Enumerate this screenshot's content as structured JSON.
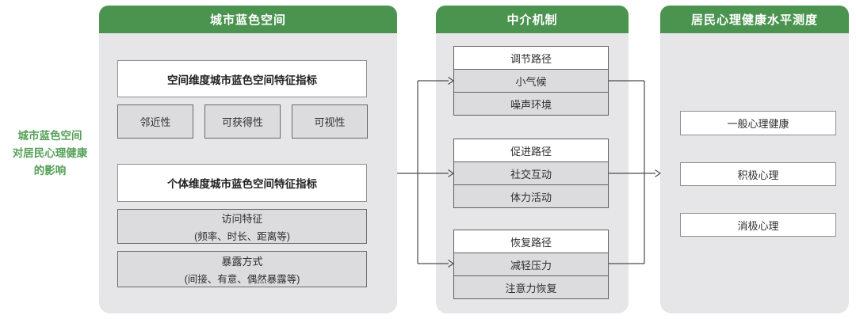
{
  "colors": {
    "header_green": "#4b9450",
    "side_label_green": "#55a058",
    "panel_bg": "#e6e6e8",
    "grey_box_bg": "#dcdcdf",
    "white_box_bg": "#ffffff",
    "line_color": "#4d4d4d"
  },
  "side_label": {
    "line1": "城市蓝色空间",
    "line2": "对居民心理健康",
    "line3": "的影响"
  },
  "col1": {
    "header": "城市蓝色空间",
    "spatial_title": "空间维度城市蓝色空间特征指标",
    "spatial_items": [
      "邻近性",
      "可获得性",
      "可视性"
    ],
    "individual_title": "个体维度城市蓝色空间特征指标",
    "visit": {
      "title": "访问特征",
      "sub": "(频率、时长、距离等)"
    },
    "exposure": {
      "title": "暴露方式",
      "sub": "(间接、有意、偶然暴露等)"
    }
  },
  "col2": {
    "header": "中介机制",
    "groups": [
      {
        "title": "调节路径",
        "items": [
          "小气候",
          "噪声环境"
        ]
      },
      {
        "title": "促进路径",
        "items": [
          "社交互动",
          "体力活动"
        ]
      },
      {
        "title": "恢复路径",
        "items": [
          "减轻压力",
          "注意力恢复"
        ]
      }
    ]
  },
  "col3": {
    "header": "居民心理健康水平测度",
    "items": [
      "一般心理健康",
      "积极心理",
      "消极心理"
    ]
  }
}
